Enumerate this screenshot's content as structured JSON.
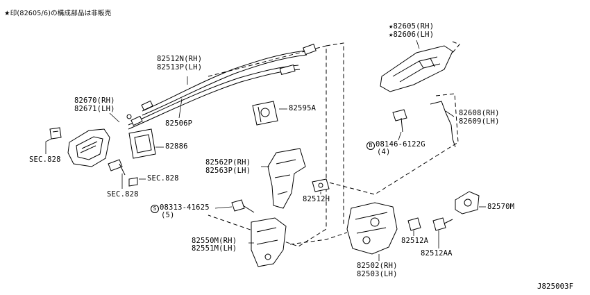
{
  "header": {
    "note": "★印(82605/6)の構成部品は非販売"
  },
  "diagram_id": "J825003F",
  "labels": {
    "p82512N": "82512N(RH)",
    "p82513P": "82513P(LH)",
    "p82670": "82670(RH)",
    "p82671": "82671(LH)",
    "sec828_a": "SEC.828",
    "sec828_b": "SEC.828",
    "sec828_c": "SEC.828",
    "p82506P": "82506P",
    "p82595A": "82595A",
    "p82886": "82886",
    "p82562P": "82562P(RH)",
    "p82563P": "82563P(LH)",
    "p82512H": "82512H",
    "bolt_08313": "08313-41625",
    "bolt_08313_qty": "(5)",
    "p82550M": "82550M(RH)",
    "p82551M": "82551M(LH)",
    "p82605": "★82605(RH)",
    "p82606": "★82606(LH)",
    "p82608": "82608(RH)",
    "p82609": "82609(LH)",
    "bolt_08146": "08146-6122G",
    "bolt_08146_qty": "(4)",
    "p82570M": "82570M",
    "p82512A": "82512A",
    "p82512AA": "82512AA",
    "p82502": "82502(RH)",
    "p82503": "82503(LH)"
  },
  "symbols": {
    "s_mark": "S",
    "b_mark": "B"
  }
}
